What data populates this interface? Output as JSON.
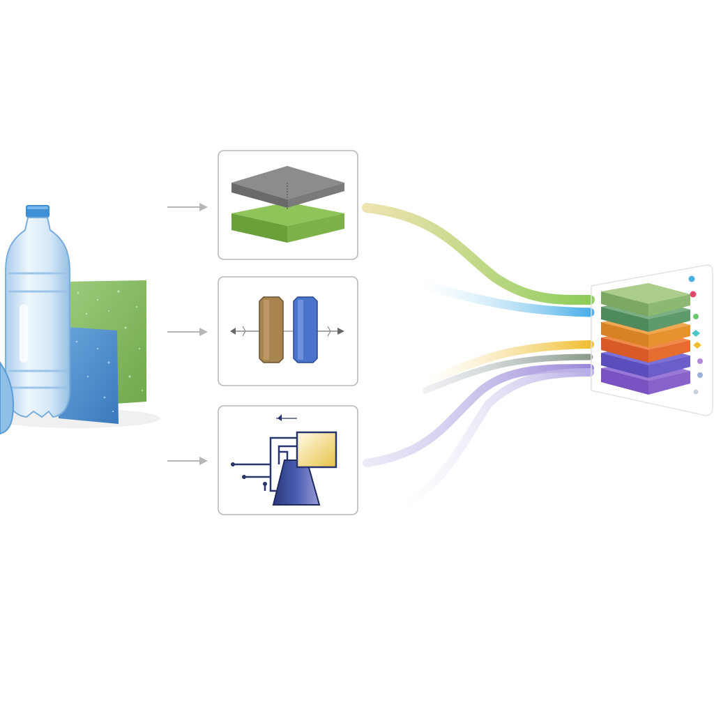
{
  "diagram": {
    "source": {
      "items": [
        {
          "name": "plastic-bottle",
          "icon": "bottle-icon",
          "color": "#cfe6f7"
        },
        {
          "name": "green-recycled-sheet",
          "icon": "sheet-icon",
          "color": "#7fb35a"
        },
        {
          "name": "blue-recycled-sheet",
          "icon": "sheet-icon",
          "color": "#4a86c8"
        }
      ]
    },
    "stages": [
      {
        "name": "layer-deposition",
        "icon": "stacked-plates-icon",
        "colors": [
          "#8a8a8a",
          "#7ab648"
        ]
      },
      {
        "name": "electrode-pair",
        "icon": "electrodes-icon",
        "colors": [
          "#a88554",
          "#4a72c8"
        ]
      },
      {
        "name": "circuit-assembly",
        "icon": "circuit-icon",
        "colors": [
          "#28346e",
          "#f0d060"
        ]
      }
    ],
    "flows": [
      {
        "name": "flow-green",
        "color": "#8ccc5a"
      },
      {
        "name": "flow-blue",
        "color": "#4aaee8"
      },
      {
        "name": "flow-pink",
        "color": "#e0468a"
      },
      {
        "name": "flow-yellow",
        "color": "#f0be30"
      },
      {
        "name": "flow-gray",
        "color": "#8a9a8a"
      },
      {
        "name": "flow-purple",
        "color": "#9a88d8"
      }
    ],
    "output": {
      "layers": [
        "#8ab070",
        "#5a9a6a",
        "#e8902a",
        "#e0602a",
        "#6a5ac8",
        "#8a5ac8"
      ],
      "dots": [
        "#4aaee8",
        "#e04a6a",
        "#6ac86a",
        "#4ac8c8",
        "#f0be30",
        "#b08ad8",
        "#9ab0d8"
      ]
    }
  }
}
